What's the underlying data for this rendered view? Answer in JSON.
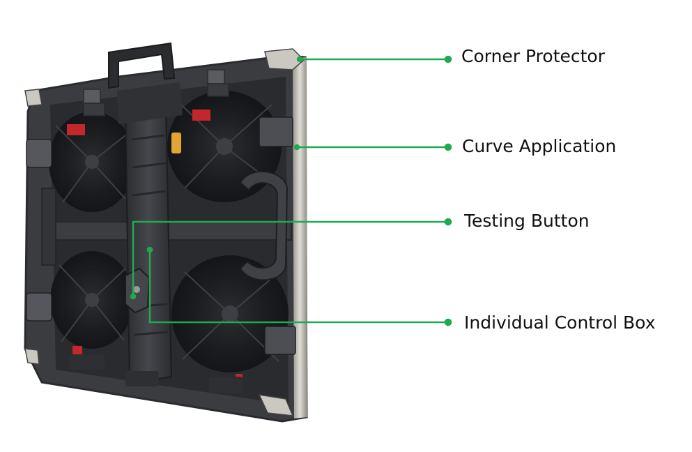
{
  "colors": {
    "leader_line": "#1faa4f",
    "panel_body": "#3a3c40",
    "panel_dark": "#1f2023",
    "edge_strip": "#cfcbc3",
    "connector_red": "#c3262b",
    "connector_yellow": "#e3a531"
  },
  "callouts": [
    {
      "label": "Corner Protector"
    },
    {
      "label": "Curve Application"
    },
    {
      "label": "Testing Button"
    },
    {
      "label": "Individual Control Box"
    }
  ]
}
